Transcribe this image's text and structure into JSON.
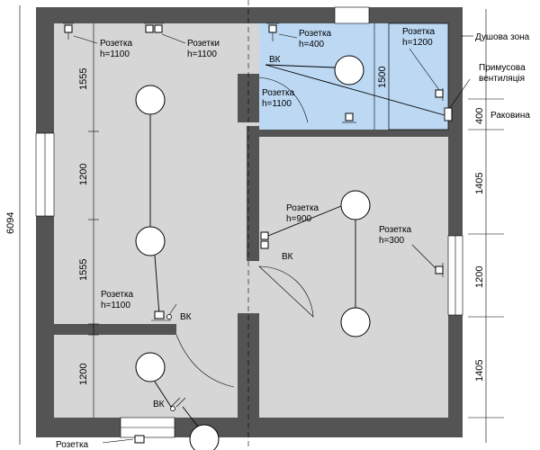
{
  "labels": {
    "sock_1100_a": [
      "Розетка",
      "h=1100"
    ],
    "sock_1100_b": [
      "Розетки",
      "h=1100"
    ],
    "sock_400": [
      "Розетка",
      "h=400"
    ],
    "sock_1200": [
      "Розетка",
      "h=1200"
    ],
    "sock_1100_c": [
      "Розетка",
      "h=1100"
    ],
    "sock_900": [
      "Розетка",
      "h=900"
    ],
    "sock_300": [
      "Розетка",
      "h=300"
    ],
    "sock_1100_d": [
      "Розетка",
      "h=1100"
    ],
    "sock_bottom": "Розетка",
    "vk": "ВК",
    "shower_zone": "Душова зона",
    "ventilation": [
      "Примусова",
      "вентиляція"
    ],
    "sink": "Раковина"
  },
  "dimensions": {
    "total_height": "6094",
    "left_1555_top": "1555",
    "left_1200_mid": "1200",
    "left_1555_bot": "1555",
    "left_1200_low": "1200",
    "bath_1500": "1500",
    "right_400": "400",
    "right_1405_top": "1405",
    "right_1200": "1200",
    "right_1405_bot": "1405"
  },
  "colors": {
    "wall": "#545454",
    "room": "#d6d6d6",
    "bathroom": "#bcd8f3"
  }
}
